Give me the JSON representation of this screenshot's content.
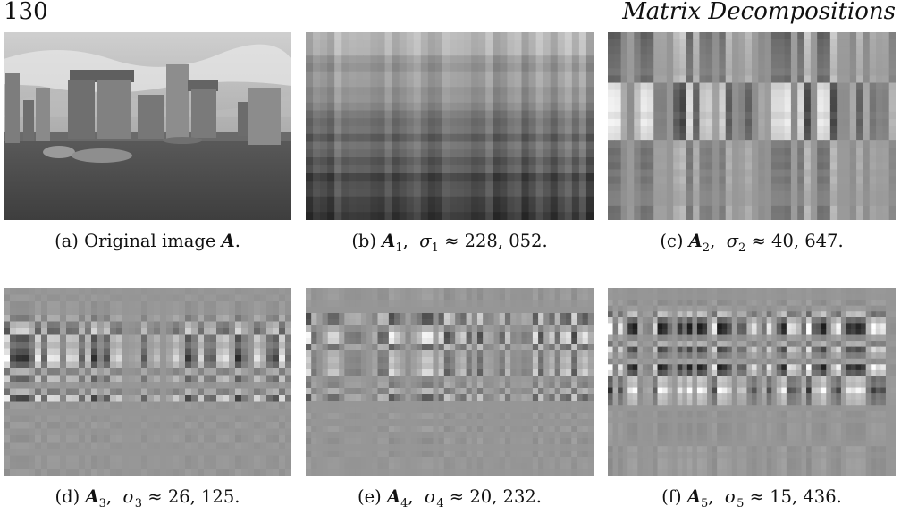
{
  "header": {
    "page_number": "130",
    "running_title": "Matrix Decompositions"
  },
  "figures": [
    {
      "label": "(a)",
      "caption_text": "Original image ",
      "matrix": "A",
      "caption_end": ".",
      "content": "photo"
    },
    {
      "label": "(b)",
      "matrix": "A",
      "index": "1",
      "sigma": "σ",
      "approx": "≈",
      "value": "228, 052.",
      "content": "rank-1"
    },
    {
      "label": "(c)",
      "matrix": "A",
      "index": "2",
      "sigma": "σ",
      "approx": "≈",
      "value": "40, 647.",
      "content": "rank-1"
    },
    {
      "label": "(d)",
      "matrix": "A",
      "index": "3",
      "sigma": "σ",
      "approx": "≈",
      "value": "26, 125.",
      "content": "rank-1"
    },
    {
      "label": "(e)",
      "matrix": "A",
      "index": "4",
      "sigma": "σ",
      "approx": "≈",
      "value": "20, 232.",
      "content": "rank-1"
    },
    {
      "label": "(f)",
      "matrix": "A",
      "index": "5",
      "sigma": "σ",
      "approx": "≈",
      "value": "15, 436.",
      "content": "rank-1"
    }
  ]
}
